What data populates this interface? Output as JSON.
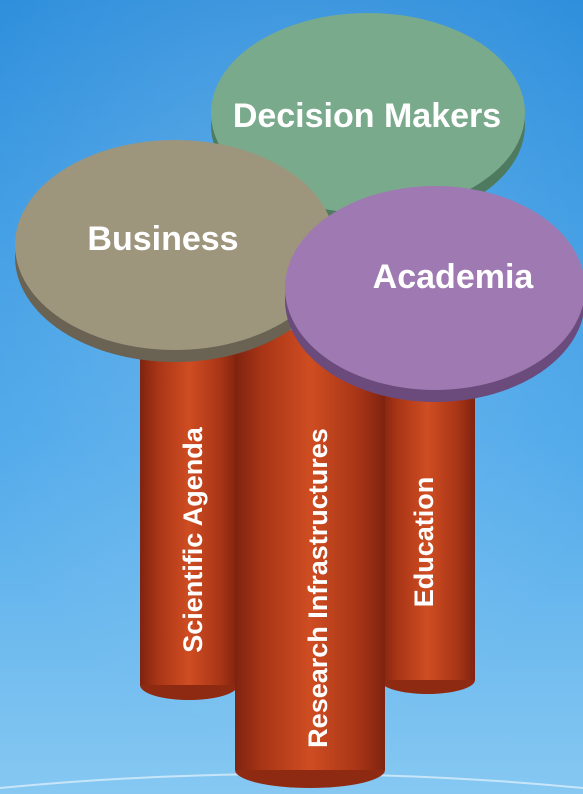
{
  "colors": {
    "background_top": "#2f8fdc",
    "background_bottom": "#86c8f2",
    "pillar": "#c2441f",
    "pillar_dark": "#7e2310",
    "decision_makers": "#7aaa8c",
    "business": "#9e957d",
    "academia": "#9f79b1"
  },
  "circles": {
    "decision_makers": "Decision Makers",
    "business": "Business",
    "academia": "Academia"
  },
  "pillars": {
    "scientific_agenda": "Scientific Agenda",
    "research_infrastructures": "Research Infrastructures",
    "education": "Education"
  }
}
